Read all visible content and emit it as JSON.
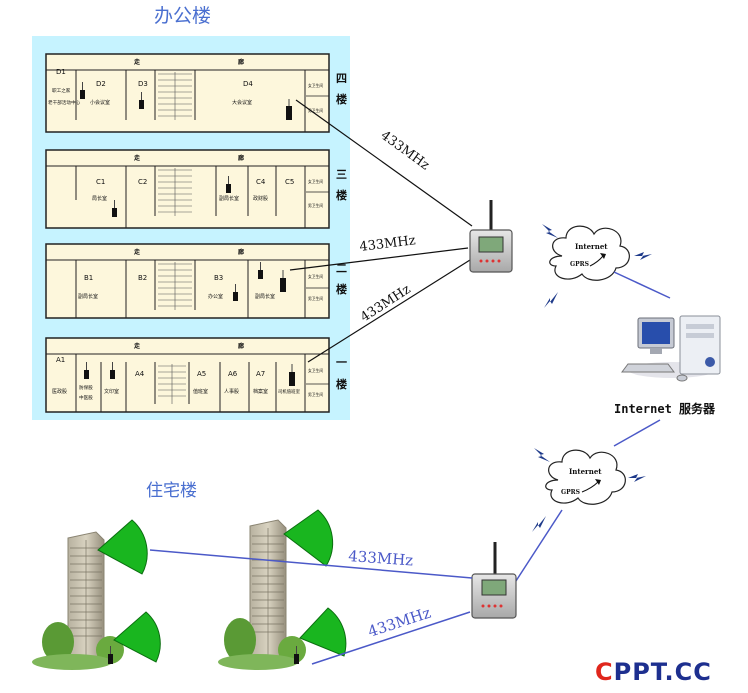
{
  "office": {
    "title": "办公楼",
    "corridor": [
      "走",
      "廊"
    ],
    "floors": [
      {
        "floor_label": [
          "四",
          "楼"
        ],
        "rooms": [
          "D1",
          "D2",
          "D3",
          "D4"
        ],
        "room_notes": [
          "职工之家",
          "老干部活动中心",
          "小会议室",
          "大会议室"
        ],
        "side": [
          "女卫生间",
          "男卫生间"
        ]
      },
      {
        "floor_label": [
          "三",
          "楼"
        ],
        "rooms": [
          "C1",
          "C2",
          "C4",
          "C5"
        ],
        "room_notes": [
          "局长室",
          "副局长室",
          "政财股"
        ],
        "side": [
          "女卫生间",
          "男卫生间"
        ]
      },
      {
        "floor_label": [
          "二",
          "楼"
        ],
        "rooms": [
          "B1",
          "B2",
          "B3"
        ],
        "room_notes": [
          "副局长室",
          "办公室",
          "副局长室"
        ],
        "side": [
          "女卫生间",
          "男卫生间"
        ]
      },
      {
        "floor_label": [
          "一",
          "楼"
        ],
        "rooms": [
          "A1",
          "A4",
          "A5",
          "A6",
          "A7"
        ],
        "room_notes": [
          "医政股",
          "防保股",
          "中医股",
          "文印室",
          "值班室",
          "人事股",
          "档案室",
          "司机值班室"
        ],
        "side": [
          "女卫生间",
          "男卫生间"
        ]
      }
    ]
  },
  "residential": {
    "title": "住宅楼"
  },
  "links": {
    "office_top": "433MHz",
    "office_mid": "433MHz",
    "office_low": "433MHz",
    "res_upper": "433MHz",
    "res_lower": "433MHz"
  },
  "network": {
    "cloud_internet": "Internet",
    "cloud_gprs": "GPRS",
    "server_label": "Internet 服务器"
  },
  "brand": {
    "part1": "C",
    "part2": "PPT",
    "part3": ".CC"
  },
  "colors": {
    "panel": "#c6f3ff",
    "floor_fill": "#fdf7dc",
    "link_line": "#4b59c8",
    "green": "#19b61f",
    "brand_red": "#e0261c",
    "brand_blue": "#1d2f8f"
  }
}
